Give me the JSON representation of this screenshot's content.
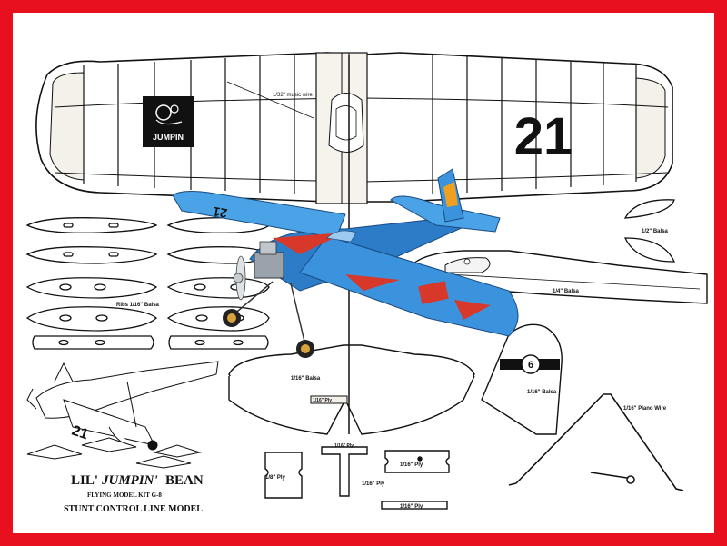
{
  "plan": {
    "wing_number": "21",
    "decal_text": "JUMPIN",
    "rib_label": "Ribs 1/16\" Balsa",
    "spar_wire_label": "1/32\" music wire",
    "fin_label": "1/2\" Balsa",
    "fuselage_label": "1/4\" Balsa",
    "stab_label": "1/16\" Balsa",
    "stab_ply_label": "1/16\" Ply",
    "rudder_label": "1/16\" Balsa",
    "rudder_number": "6",
    "wire_label": "1/16\" Piano Wire",
    "ply_eighth_label": "1/8\" Ply",
    "ply_t_label": "1/16\" Ply",
    "ply_bracket_label": "1/16\" Ply",
    "ply_mid_label": "1/16\" Ply",
    "ply_strip_label": "1/16\" Ply",
    "model_number": "21",
    "box_title_1": "LIL'",
    "box_title_2": "JUMPIN'",
    "box_title_3": "BEAN",
    "box_subtitle": "FLYING MODEL KIT G-8",
    "box_tagline": "STUNT CONTROL LINE MODEL",
    "airplane_number": "21"
  },
  "colors": {
    "border": "#e8101e",
    "plane_blue": "#3a8fd6",
    "plane_blue_dark": "#1f5fa6",
    "plane_red": "#d8382a",
    "plane_orange": "#f0a020"
  }
}
